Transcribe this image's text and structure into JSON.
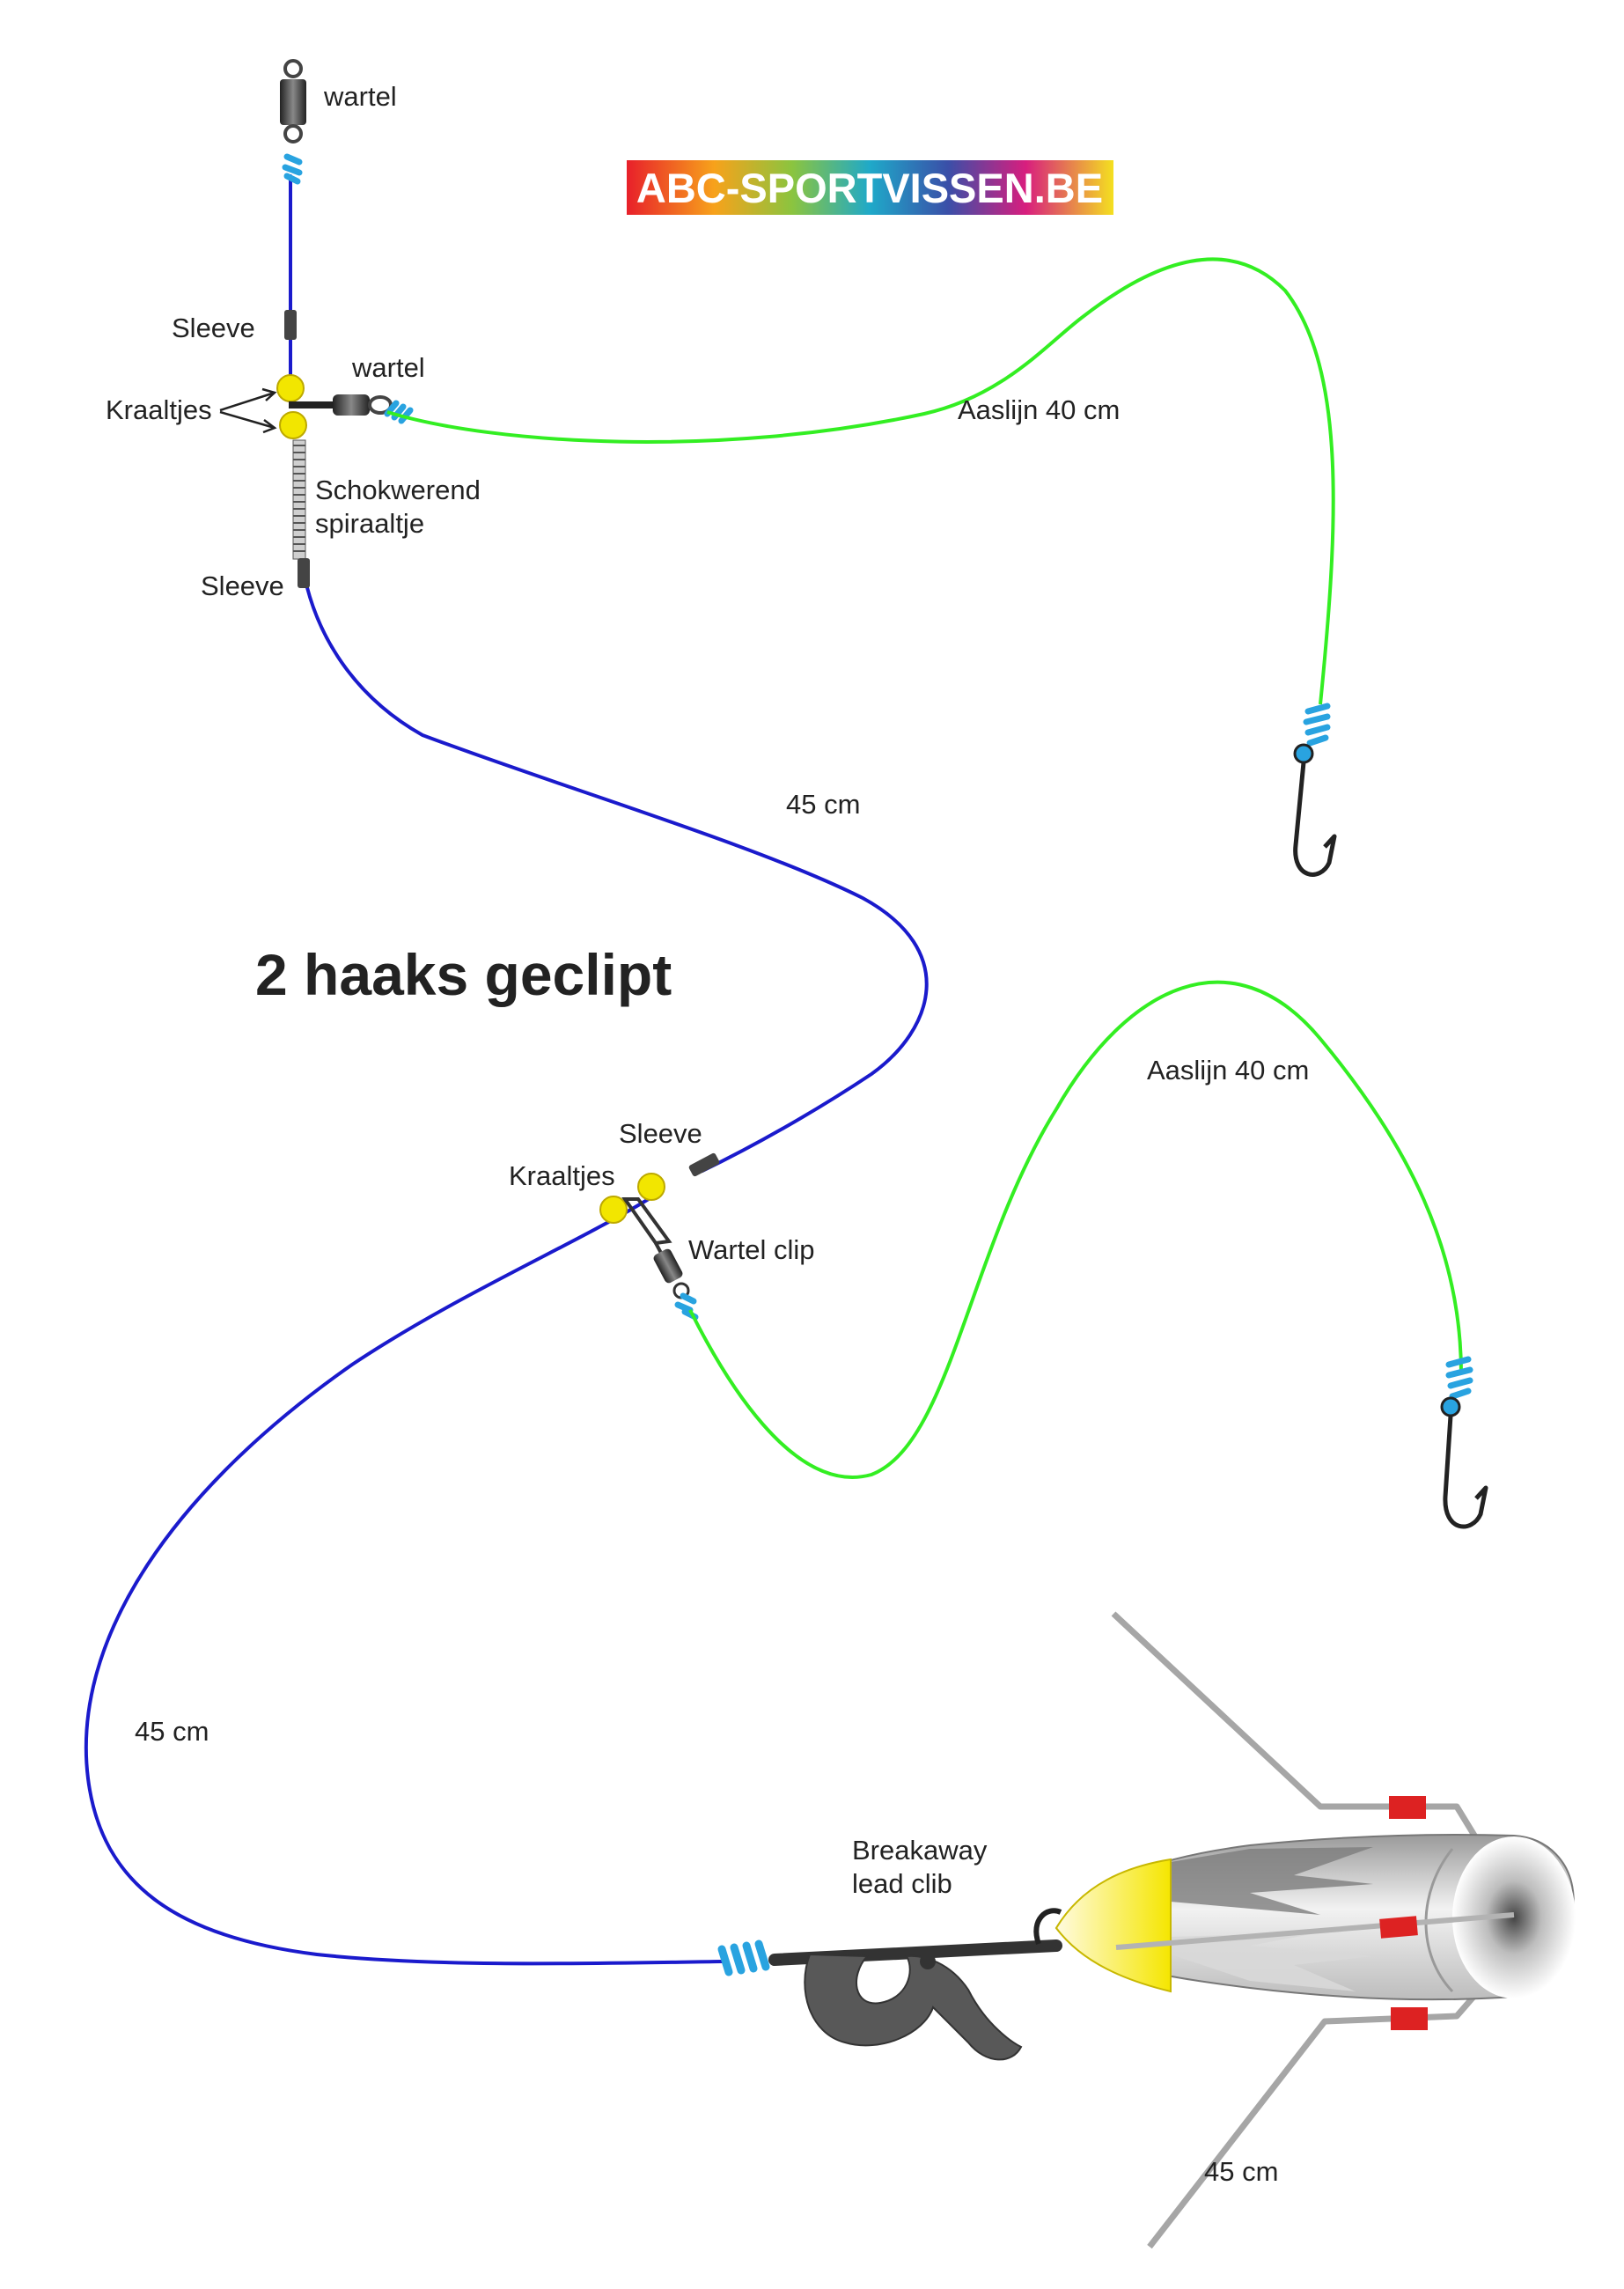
{
  "title": "2 haaks geclipt",
  "logo": {
    "text": "ABC-SPORTVISSEN.BE"
  },
  "labels": {
    "wartel_top": "wartel",
    "sleeve_upper": "Sleeve",
    "wartel_mid": "wartel",
    "kraaltjes_upper": "Kraaltjes",
    "schokwerend_1": "Schokwerend",
    "schokwerend_2": "spiraaltje",
    "sleeve_lower": "Sleeve",
    "aaslijn_upper": "Aaslijn 40 cm",
    "len_45_upper": "45 cm",
    "aaslijn_lower": "Aaslijn 40 cm",
    "sleeve_mid": "Sleeve",
    "kraaltjes_lower": "Kraaltjes",
    "wartel_clip": "Wartel clip",
    "len_45_lower": "45 cm",
    "breakaway_1": "Breakaway",
    "breakaway_2": "lead clib",
    "len_45_bottom": "45 cm"
  },
  "colors": {
    "mainline": "#1a1acc",
    "snood": "#33ee22",
    "knot": "#29a3e0",
    "bead": "#f2e600",
    "sleeve": "#444444",
    "stopper": "#dd2222"
  }
}
